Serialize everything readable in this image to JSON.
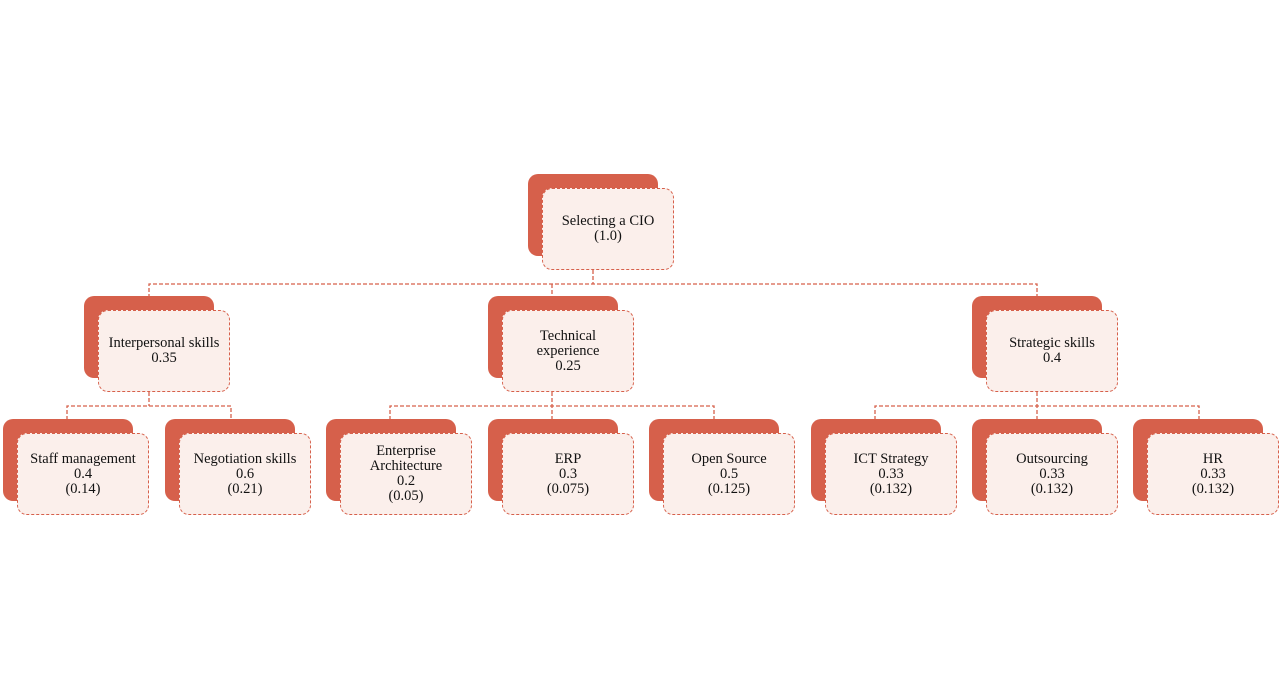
{
  "diagram": {
    "root": {
      "label": "Selecting a CIO",
      "weight": "(1.0)"
    },
    "criteria": [
      {
        "label": "Interpersonal skills",
        "weight": "0.35",
        "children": [
          {
            "label": "Staff management",
            "weight": "0.4",
            "global_weight": "(0.14)"
          },
          {
            "label": "Negotiation skills",
            "weight": "0.6",
            "global_weight": "(0.21)"
          }
        ]
      },
      {
        "label": "Technical experience",
        "weight": "0.25",
        "children": [
          {
            "label": "Enterprise Architecture",
            "weight": "0.2",
            "global_weight": "(0.05)"
          },
          {
            "label": "ERP",
            "weight": "0.3",
            "global_weight": "(0.075)"
          },
          {
            "label": "Open Source",
            "weight": "0.5",
            "global_weight": "(0.125)"
          }
        ]
      },
      {
        "label": "Strategic skills",
        "weight": "0.4",
        "children": [
          {
            "label": "ICT Strategy",
            "weight": "0.33",
            "global_weight": "(0.132)"
          },
          {
            "label": "Outsourcing",
            "weight": "0.33",
            "global_weight": "(0.132)"
          },
          {
            "label": "HR",
            "weight": "0.33",
            "global_weight": "(0.132)"
          }
        ]
      }
    ],
    "colors": {
      "accent": "#d6604b",
      "card_fill": "#fbefeb"
    }
  }
}
